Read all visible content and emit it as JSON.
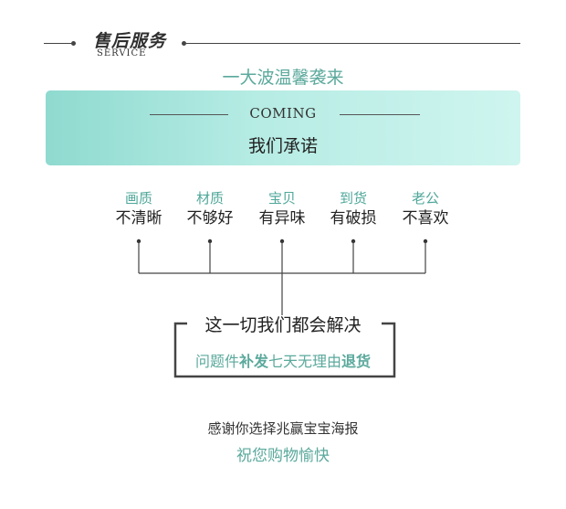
{
  "header": {
    "title": "售后服务",
    "subtitle": "SERVICE"
  },
  "tagline": "一大波温馨袭来",
  "banner": {
    "coming": "COMING",
    "promise": "我们承诺"
  },
  "items": [
    {
      "category": "画质",
      "text": "不清晰"
    },
    {
      "category": "材质",
      "text": "不够好"
    },
    {
      "category": "宝贝",
      "text": "有异味"
    },
    {
      "category": "到货",
      "text": "有破损"
    },
    {
      "category": "老公",
      "text": "不喜欢"
    }
  ],
  "solve": {
    "title": "这一切我们都会解决",
    "sub_1": "问题件",
    "sub_2": "补发",
    "sub_3": "七天无理由",
    "sub_4": "退货"
  },
  "footer": {
    "thanks": "感谢你选择兆赢宝宝海报",
    "wish": "祝您购物愉快"
  },
  "colors": {
    "accent": "#5ba99c",
    "banner": "#b6ece4",
    "line": "#444444"
  }
}
